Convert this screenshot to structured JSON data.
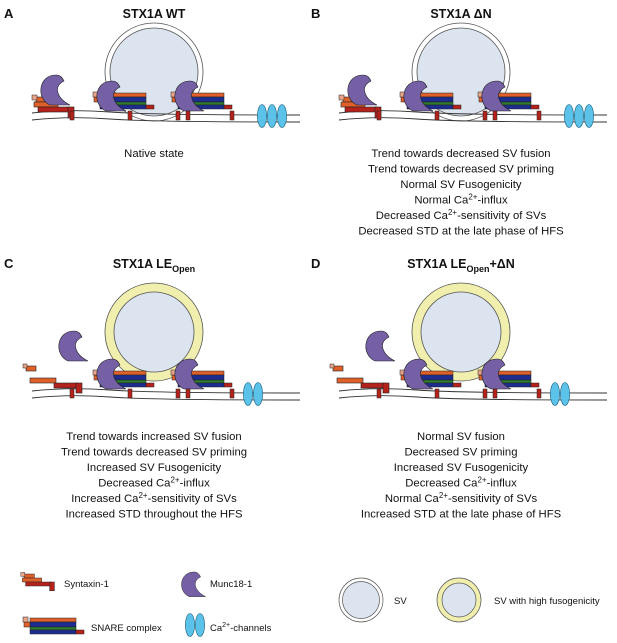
{
  "panels": [
    {
      "letter": "A",
      "title": "STX1A WT",
      "subscript": "",
      "title_suffix": "",
      "vesicle": "normal",
      "munc_state": "bound",
      "lines": [
        {
          "pre": "Native state",
          "sup": "",
          "post": ""
        }
      ]
    },
    {
      "letter": "B",
      "title": "STX1A ΔN",
      "subscript": "",
      "title_suffix": "",
      "vesicle": "normal",
      "munc_state": "bound",
      "lines": [
        {
          "pre": "Trend towards decreased SV fusion",
          "sup": "",
          "post": ""
        },
        {
          "pre": "Trend towards decreased SV priming",
          "sup": "",
          "post": ""
        },
        {
          "pre": "Normal SV Fusogenicity",
          "sup": "",
          "post": ""
        },
        {
          "pre": "Normal Ca",
          "sup": "2+",
          "post": "-influx"
        },
        {
          "pre": "Decreased Ca",
          "sup": "2+",
          "post": "-sensitivity of SVs"
        },
        {
          "pre": "Decreased STD at the late phase of HFS",
          "sup": "",
          "post": ""
        }
      ]
    },
    {
      "letter": "C",
      "title": "STX1A LE",
      "subscript": "Open",
      "title_suffix": "",
      "vesicle": "high",
      "munc_state": "free",
      "lines": [
        {
          "pre": "Trend towards increased SV fusion",
          "sup": "",
          "post": ""
        },
        {
          "pre": "Trend towards decreased SV priming",
          "sup": "",
          "post": ""
        },
        {
          "pre": "Increased SV Fusogenicity",
          "sup": "",
          "post": ""
        },
        {
          "pre": "Decreased Ca",
          "sup": "2+",
          "post": "-influx"
        },
        {
          "pre": "Increased Ca",
          "sup": "2+",
          "post": "-sensitivity of SVs"
        },
        {
          "pre": "Increased STD throughout the HFS",
          "sup": "",
          "post": ""
        }
      ]
    },
    {
      "letter": "D",
      "title": "STX1A LE",
      "subscript": "Open",
      "title_suffix": "+ΔN",
      "vesicle": "high",
      "munc_state": "free",
      "lines": [
        {
          "pre": "Normal SV fusion",
          "sup": "",
          "post": ""
        },
        {
          "pre": "Decreased SV priming",
          "sup": "",
          "post": ""
        },
        {
          "pre": "Increased SV Fusogenicity",
          "sup": "",
          "post": ""
        },
        {
          "pre": "Decreased Ca",
          "sup": "2+",
          "post": "-influx"
        },
        {
          "pre": "Normal Ca",
          "sup": "2+",
          "post": "-sensitivity of SVs"
        },
        {
          "pre": "Increased STD at the late phase of HFS",
          "sup": "",
          "post": ""
        }
      ]
    }
  ],
  "legend": {
    "syntaxin": "Syntaxin-1",
    "munc18": "Munc18-1",
    "sv": "SV",
    "sv_high": "SV with high fusogenicity",
    "snare": "SNARE complex",
    "ca_pre": "Ca",
    "ca_sup": "2+",
    "ca_post": "-channels"
  },
  "colors": {
    "syntaxin_orange": "#e0602a",
    "syntaxin_red": "#b5221c",
    "munc_purple": "#7560a6",
    "snare_blue": "#1c2d8f",
    "snare_green": "#2e7a2e",
    "channel_blue": "#5bc3ea",
    "vesicle_fill": "#dbe4ef",
    "vesicle_ring_normal": "#ffffff",
    "vesicle_ring_high": "#f1efad"
  }
}
